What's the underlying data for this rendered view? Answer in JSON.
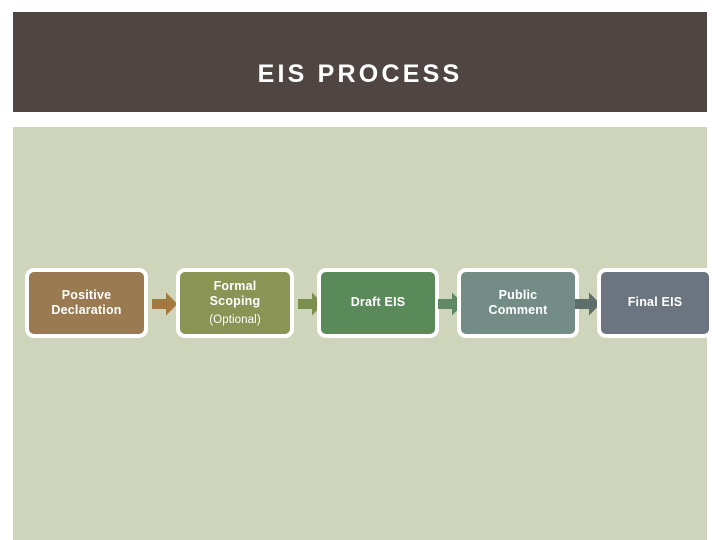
{
  "slide": {
    "title": "EIS PROCESS",
    "colors": {
      "title_band": "#4f4644",
      "title_text": "#ffffff",
      "body_panel": "#cfd5bb",
      "node_border": "#ffffff",
      "page_background": "#ffffff"
    }
  },
  "flow": {
    "nodes": [
      {
        "label": "Positive\nDeclaration",
        "sub": "",
        "color": "#9a7a50",
        "icon": "process-step-box"
      },
      {
        "label": "Formal\nScoping",
        "sub": "(Optional)",
        "color": "#8a9455",
        "icon": "process-step-box"
      },
      {
        "label": "Draft EIS",
        "sub": "",
        "color": "#5a8a5a",
        "icon": "process-step-box"
      },
      {
        "label": "Public\nComment",
        "sub": "",
        "color": "#738c85",
        "icon": "process-step-box"
      },
      {
        "label": "Final EIS",
        "sub": "",
        "color": "#6c757f",
        "icon": "process-step-box"
      }
    ],
    "arrows": [
      {
        "icon": "arrow-right-icon",
        "color": "#a3793f"
      },
      {
        "icon": "arrow-right-icon",
        "color": "#7d8f4e"
      },
      {
        "icon": "arrow-right-icon",
        "color": "#5f8a63"
      },
      {
        "icon": "arrow-right-icon",
        "color": "#5e6f6b"
      }
    ]
  }
}
